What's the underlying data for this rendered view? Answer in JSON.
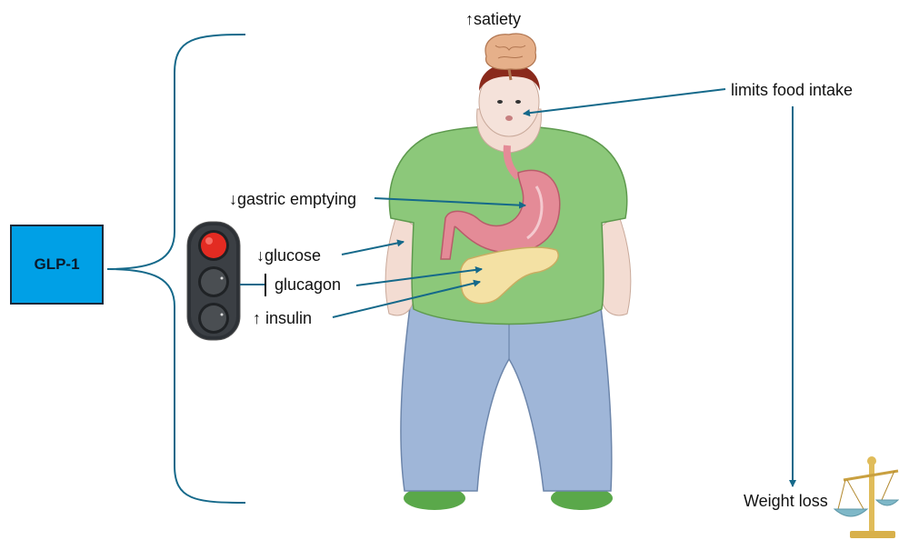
{
  "mediator": {
    "label": "GLP-1"
  },
  "effects": {
    "satiety": "↑satiety",
    "food_intake": "limits food intake",
    "gastric": "↓gastric emptying",
    "glucose": "↓glucose",
    "glucagon": "glucagon",
    "insulin": "↑ insulin",
    "outcome": "Weight loss"
  },
  "colors": {
    "arrow": "#15698a",
    "box_fill": "#00a0e6",
    "shirt": "#8cc87a",
    "pants": "#9fb6d8",
    "stomach": "#e48b97",
    "pancreas": "#f4e1a4",
    "brain": "#e6b08a",
    "light_red": "#e32b22",
    "light_off": "#4a4e52"
  }
}
